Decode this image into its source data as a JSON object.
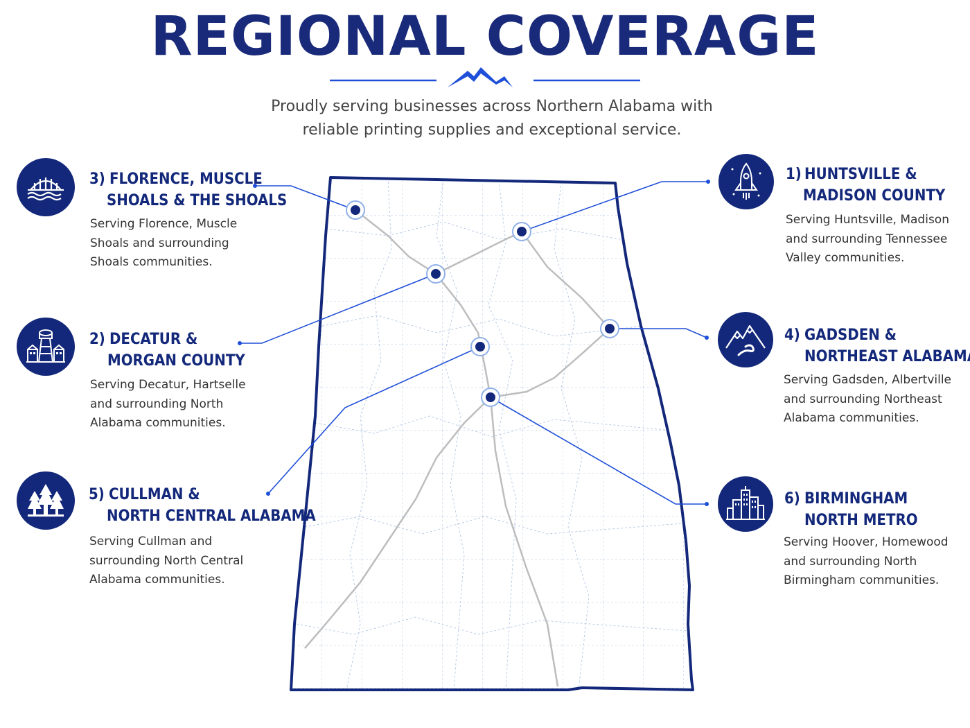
{
  "header": {
    "title": "REGIONAL COVERAGE",
    "subtitle": "Proudly serving businesses across Northern Alabama with reliable printing supplies and exceptional service."
  },
  "colors": {
    "brand_navy": "#13287a",
    "connector_blue": "#1f4fd8",
    "county_lines": "#b9cbe6",
    "roads": "#bdbdbd"
  },
  "regions": [
    {
      "number": "1)",
      "name_line1": "HUNTSVILLE &",
      "name_line2": "MADISON COUNTY",
      "desc": "Serving Huntsville, Madison and surrounding Tennessee Valley communities.",
      "icon": "rocket-icon"
    },
    {
      "number": "2)",
      "name_line1": "DECATUR &",
      "name_line2": "MORGAN COUNTY",
      "desc": "Serving Decatur, Hartselle and surrounding North Alabama communities.",
      "icon": "water-tower-icon"
    },
    {
      "number": "3)",
      "name_line1": "FLORENCE, MUSCLE",
      "name_line2": "SHOALS & THE SHOALS",
      "desc": "Serving Florence, Muscle Shoals and surrounding Shoals communities.",
      "icon": "bridge-icon"
    },
    {
      "number": "4)",
      "name_line1": "GADSDEN &",
      "name_line2": "NORTHEAST ALABAMA",
      "desc": "Serving Gadsden, Albertville and surrounding Northeast Alabama communities.",
      "icon": "mountain-river-icon"
    },
    {
      "number": "5)",
      "name_line1": "CULLMAN &",
      "name_line2": "NORTH CENTRAL ALABAMA",
      "desc": "Serving Cullman and surrounding North Central Alabama communities.",
      "icon": "pine-trees-icon"
    },
    {
      "number": "6)",
      "name_line1": "BIRMINGHAM",
      "name_line2": "NORTH METRO",
      "desc": "Serving Hoover, Homewood and surrounding North Birmingham communities.",
      "icon": "city-skyline-icon"
    }
  ]
}
